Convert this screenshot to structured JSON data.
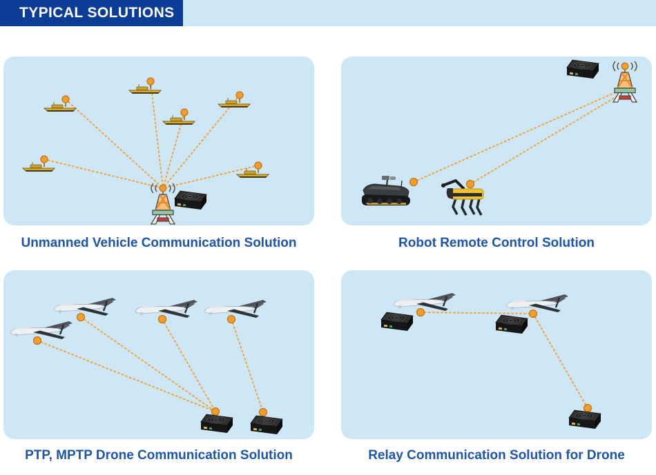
{
  "header": {
    "title": "TYPICAL SOLUTIONS"
  },
  "colors": {
    "header_bg": "#0c3d96",
    "header_text": "#ffffff",
    "panel_bg": "#cde7f7",
    "caption_text": "#1d56a8",
    "link_orange": "#f2a33c",
    "node_orange": "#f59d2c"
  },
  "panels": [
    {
      "id": "unmanned-vehicle",
      "caption": "Unmanned Vehicle Communication Solution",
      "link_style": "orange-dotted",
      "links": 6,
      "nodes": {
        "unmanned_boats": 6,
        "base_station_towers": 1,
        "radio_units": 1
      }
    },
    {
      "id": "robot-remote-control",
      "caption": "Robot Remote Control Solution",
      "link_style": "orange-dotted",
      "links": 2,
      "nodes": {
        "tracked_robots": 1,
        "quadruped_robots": 1,
        "base_station_towers": 1,
        "radio_units": 1
      }
    },
    {
      "id": "ptp-mptp-drone",
      "caption": "PTP, MPTP Drone Communication Solution",
      "link_style": "orange-dotted",
      "links": 4,
      "nodes": {
        "drones": 4,
        "radio_units": 2
      }
    },
    {
      "id": "relay-drone",
      "caption": "Relay Communication Solution for Drone",
      "link_style": "orange-dotted",
      "links": 2,
      "nodes": {
        "drones": 2,
        "radio_units": 3
      }
    }
  ]
}
